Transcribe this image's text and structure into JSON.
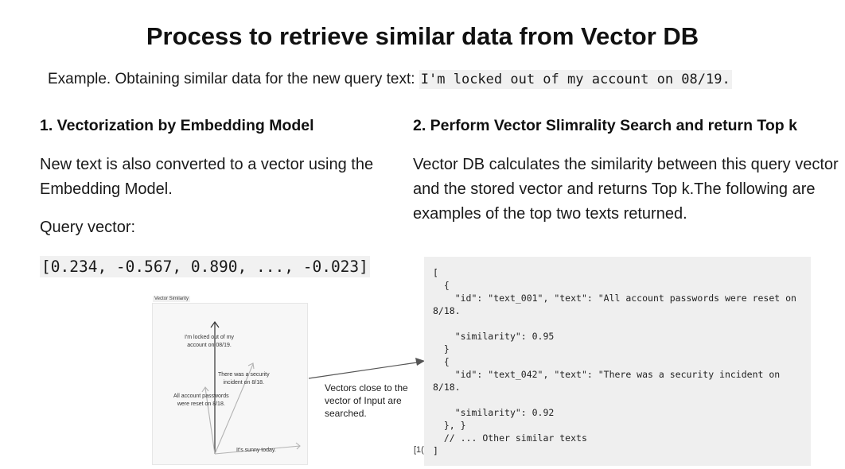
{
  "title": "Process to retrieve similar data from Vector DB",
  "example": {
    "prefix": "Example. Obtaining similar data for the new query text: ",
    "query_text": "I'm locked out of my account on 08/19."
  },
  "step1": {
    "heading": "1. Vectorization by Embedding Model",
    "description": "New text is also converted to a vector using the Embedding Model.",
    "query_vector_label": "Query vector:",
    "query_vector": "[0.234, -0.567, 0.890, ..., -0.023]"
  },
  "step2": {
    "heading": "2. Perform Vector Slimrality Search and return Top k",
    "description": "Vector DB calculates the similarity between this query vector and the stored vector and returns Top k.The following are examples of the top two texts returned."
  },
  "diagram": {
    "caption": "Vector Similarity",
    "labels": {
      "query": "I'm locked out of my\naccount on 08/19.",
      "security": "There was a security\nincident on 8/18.",
      "passwords": "All account passwords\nwere reset on 8/18.",
      "sunny": "It's sunny today."
    },
    "side_note": "Vectors close to the vector of Input are searched."
  },
  "results_json": "[\n  {\n    \"id\": \"text_001\", \"text\": \"All account passwords were reset on 8/18.\n\n    \"similarity\": 0.95\n  }\n  {\n    \"id\": \"text_042\", \"text\": \"There was a security incident on 8/18.\n\n    \"similarity\": 0.92\n  }, }\n  // ... Other similar texts\n]",
  "stray_text": "[1("
}
